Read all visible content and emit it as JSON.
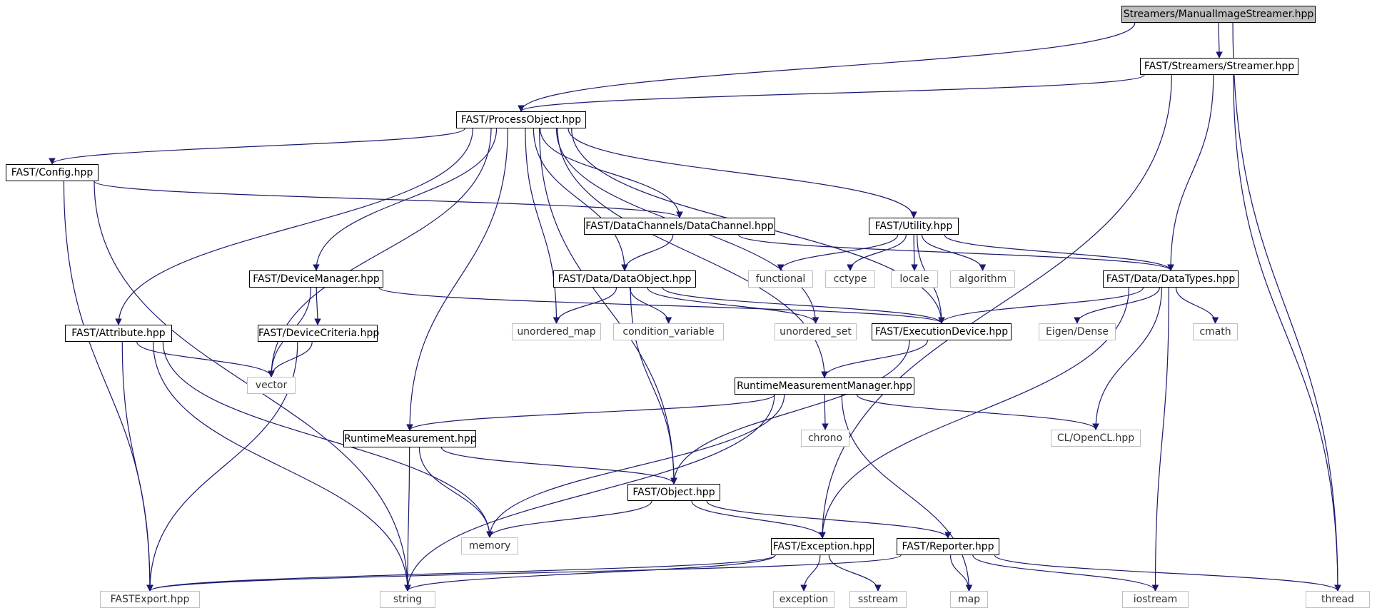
{
  "colors": {
    "edge": "#191970",
    "root_fill": "#bfbfbf",
    "node_border": "#000000",
    "system_border": "#bfbfbf",
    "background": "#ffffff"
  },
  "nodes": [
    {
      "id": "root",
      "label": "Streamers/ManualImageStreamer.hpp",
      "kind": "root"
    },
    {
      "id": "streamer",
      "label": "FAST/Streamers/Streamer.hpp",
      "kind": "local"
    },
    {
      "id": "processobject",
      "label": "FAST/ProcessObject.hpp",
      "kind": "local"
    },
    {
      "id": "config",
      "label": "FAST/Config.hpp",
      "kind": "local"
    },
    {
      "id": "datachannel",
      "label": "FAST/DataChannels/DataChannel.hpp",
      "kind": "local"
    },
    {
      "id": "utility",
      "label": "FAST/Utility.hpp",
      "kind": "local"
    },
    {
      "id": "devicemanager",
      "label": "FAST/DeviceManager.hpp",
      "kind": "local"
    },
    {
      "id": "dataobject",
      "label": "FAST/Data/DataObject.hpp",
      "kind": "local"
    },
    {
      "id": "functional",
      "label": "functional",
      "kind": "system"
    },
    {
      "id": "cctype",
      "label": "cctype",
      "kind": "system"
    },
    {
      "id": "locale",
      "label": "locale",
      "kind": "system"
    },
    {
      "id": "algorithm",
      "label": "algorithm",
      "kind": "system"
    },
    {
      "id": "datatypes",
      "label": "FAST/Data/DataTypes.hpp",
      "kind": "local"
    },
    {
      "id": "attribute",
      "label": "FAST/Attribute.hpp",
      "kind": "local"
    },
    {
      "id": "devicecriteria",
      "label": "FAST/DeviceCriteria.hpp",
      "kind": "local"
    },
    {
      "id": "unordered_map",
      "label": "unordered_map",
      "kind": "system"
    },
    {
      "id": "condvar",
      "label": "condition_variable",
      "kind": "system"
    },
    {
      "id": "unordered_set",
      "label": "unordered_set",
      "kind": "system"
    },
    {
      "id": "execdevice",
      "label": "FAST/ExecutionDevice.hpp",
      "kind": "local"
    },
    {
      "id": "eigen",
      "label": "Eigen/Dense",
      "kind": "system"
    },
    {
      "id": "cmath",
      "label": "cmath",
      "kind": "system"
    },
    {
      "id": "vector",
      "label": "vector",
      "kind": "system"
    },
    {
      "id": "rtmm",
      "label": "RuntimeMeasurementManager.hpp",
      "kind": "local"
    },
    {
      "id": "chrono",
      "label": "chrono",
      "kind": "system"
    },
    {
      "id": "opencl",
      "label": "CL/OpenCL.hpp",
      "kind": "system"
    },
    {
      "id": "rtm",
      "label": "RuntimeMeasurement.hpp",
      "kind": "local"
    },
    {
      "id": "object",
      "label": "FAST/Object.hpp",
      "kind": "local"
    },
    {
      "id": "memory",
      "label": "memory",
      "kind": "system"
    },
    {
      "id": "exception_hpp",
      "label": "FAST/Exception.hpp",
      "kind": "local"
    },
    {
      "id": "reporter",
      "label": "FAST/Reporter.hpp",
      "kind": "local"
    },
    {
      "id": "fastexport",
      "label": "FASTExport.hpp",
      "kind": "system"
    },
    {
      "id": "string",
      "label": "string",
      "kind": "system"
    },
    {
      "id": "exception",
      "label": "exception",
      "kind": "system"
    },
    {
      "id": "sstream",
      "label": "sstream",
      "kind": "system"
    },
    {
      "id": "map",
      "label": "map",
      "kind": "system"
    },
    {
      "id": "iostream",
      "label": "iostream",
      "kind": "system"
    },
    {
      "id": "thread",
      "label": "thread",
      "kind": "system"
    }
  ],
  "edges": [
    [
      "root",
      "streamer"
    ],
    [
      "root",
      "processobject"
    ],
    [
      "root",
      "thread"
    ],
    [
      "streamer",
      "processobject"
    ],
    [
      "streamer",
      "datatypes"
    ],
    [
      "streamer",
      "exception_hpp"
    ],
    [
      "streamer",
      "thread"
    ],
    [
      "processobject",
      "config"
    ],
    [
      "processobject",
      "attribute"
    ],
    [
      "processobject",
      "vector"
    ],
    [
      "processobject",
      "devicemanager"
    ],
    [
      "processobject",
      "rtm"
    ],
    [
      "processobject",
      "object"
    ],
    [
      "processobject",
      "rtmm"
    ],
    [
      "processobject",
      "unordered_map"
    ],
    [
      "processobject",
      "dataobject"
    ],
    [
      "processobject",
      "datachannel"
    ],
    [
      "processobject",
      "unordered_set"
    ],
    [
      "processobject",
      "utility"
    ],
    [
      "processobject",
      "execdevice"
    ],
    [
      "config",
      "datachannel"
    ],
    [
      "config",
      "fastexport"
    ],
    [
      "config",
      "string"
    ],
    [
      "datachannel",
      "dataobject"
    ],
    [
      "datachannel",
      "datatypes"
    ],
    [
      "utility",
      "functional"
    ],
    [
      "utility",
      "cctype"
    ],
    [
      "utility",
      "locale"
    ],
    [
      "utility",
      "algorithm"
    ],
    [
      "utility",
      "datatypes"
    ],
    [
      "utility",
      "execdevice"
    ],
    [
      "devicemanager",
      "devicecriteria"
    ],
    [
      "devicemanager",
      "vector"
    ],
    [
      "devicemanager",
      "execdevice"
    ],
    [
      "dataobject",
      "unordered_map"
    ],
    [
      "dataobject",
      "condvar"
    ],
    [
      "dataobject",
      "unordered_set"
    ],
    [
      "dataobject",
      "execdevice"
    ],
    [
      "dataobject",
      "object"
    ],
    [
      "datatypes",
      "execdevice"
    ],
    [
      "datatypes",
      "eigen"
    ],
    [
      "datatypes",
      "cmath"
    ],
    [
      "datatypes",
      "opencl"
    ],
    [
      "datatypes",
      "exception_hpp"
    ],
    [
      "datatypes",
      "iostream"
    ],
    [
      "attribute",
      "vector"
    ],
    [
      "attribute",
      "memory"
    ],
    [
      "attribute",
      "fastexport"
    ],
    [
      "attribute",
      "string"
    ],
    [
      "devicecriteria",
      "vector"
    ],
    [
      "devicecriteria",
      "fastexport"
    ],
    [
      "execdevice",
      "rtmm"
    ],
    [
      "execdevice",
      "object"
    ],
    [
      "rtmm",
      "rtm"
    ],
    [
      "rtmm",
      "chrono"
    ],
    [
      "rtmm",
      "opencl"
    ],
    [
      "rtmm",
      "memory"
    ],
    [
      "rtmm",
      "string"
    ],
    [
      "rtmm",
      "map"
    ],
    [
      "rtm",
      "object"
    ],
    [
      "rtm",
      "memory"
    ],
    [
      "rtm",
      "string"
    ],
    [
      "object",
      "memory"
    ],
    [
      "object",
      "exception_hpp"
    ],
    [
      "object",
      "reporter"
    ],
    [
      "exception_hpp",
      "fastexport"
    ],
    [
      "exception_hpp",
      "string"
    ],
    [
      "exception_hpp",
      "exception"
    ],
    [
      "exception_hpp",
      "sstream"
    ],
    [
      "reporter",
      "fastexport"
    ],
    [
      "reporter",
      "map"
    ],
    [
      "reporter",
      "iostream"
    ],
    [
      "reporter",
      "thread"
    ]
  ]
}
